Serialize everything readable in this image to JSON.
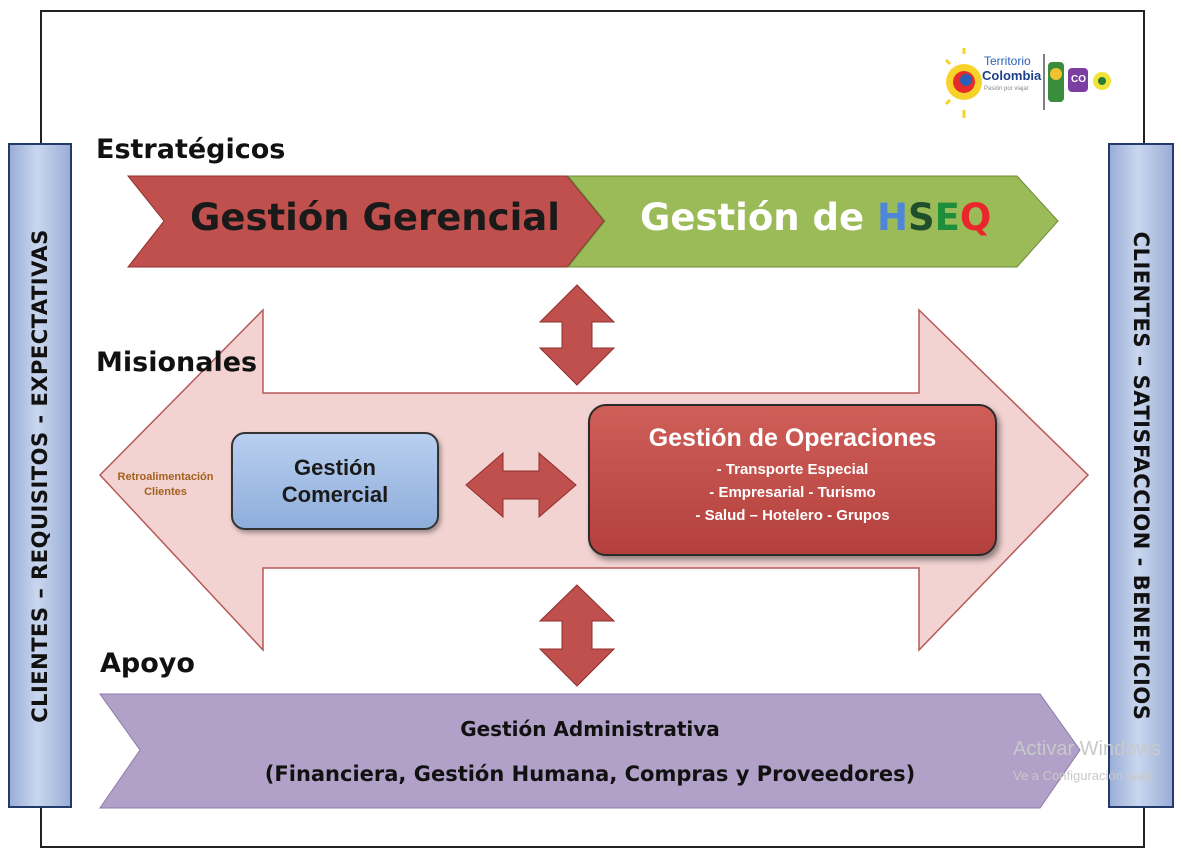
{
  "sections": {
    "strategic": "Estratégicos",
    "missional": "Misionales",
    "support": "Apoyo"
  },
  "strategic": {
    "management": "Gestión Gerencial",
    "hseq_prefix": "Gestión de ",
    "hseq_letters": [
      {
        "char": "H",
        "color": "#4f86d9"
      },
      {
        "char": "S",
        "color": "#1f4e2a"
      },
      {
        "char": "E",
        "color": "#1e8e3a"
      },
      {
        "char": "Q",
        "color": "#e8262b"
      }
    ]
  },
  "missional": {
    "feedback": "Retroalimentación\nClientes",
    "commercial": "Gestión\nComercial",
    "operations": {
      "title": "Gestión de Operaciones",
      "lines": [
        "- Transporte Especial",
        "- Empresarial - Turismo",
        "- Salud – Hotelero - Grupos"
      ]
    }
  },
  "support": {
    "title": "Gestión Administrativa",
    "detail": "(Financiera, Gestión Humana, Compras y Proveedores)"
  },
  "sidebars": {
    "left": "CLIENTES – REQUISITOS - EXPECTATIVAS",
    "right": "CLIENTES – SATISFACCION - BENEFICIOS"
  },
  "logo": {
    "line1": "Territorio",
    "line2": "Colombia",
    "tagline": "Pasión por viajar",
    "badge": "CO"
  },
  "watermark": {
    "line1": "Activar Windows",
    "line2": "Ve a Configuración para"
  },
  "colors": {
    "strategic_red": "#c0504d",
    "strategic_green": "#9bbb59",
    "missional_arrow": "#f2d3d2",
    "arrow_red": "#c0504d",
    "support_purple": "#b1a0c7",
    "sidebar_blue": "#9aaed6"
  }
}
